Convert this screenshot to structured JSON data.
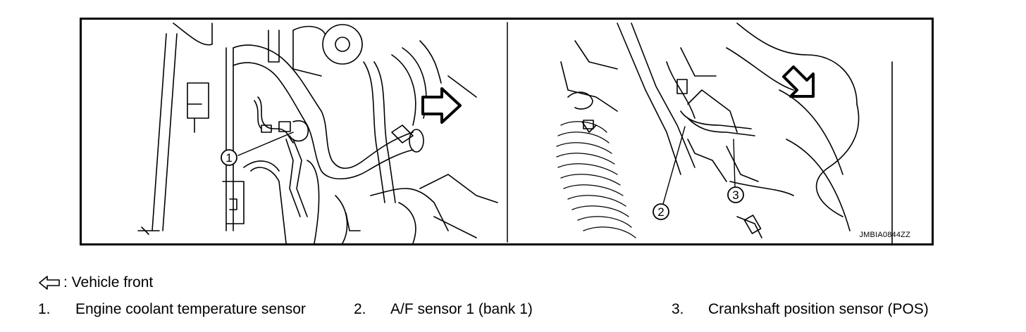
{
  "figure": {
    "code": "JMBIA0844ZZ",
    "callouts": [
      "1",
      "2",
      "3"
    ]
  },
  "legend": {
    "arrow_icon": "outline-arrow-left-icon",
    "text": ": Vehicle front"
  },
  "items": [
    {
      "number": "1.",
      "label": "Engine coolant temperature sensor"
    },
    {
      "number": "2.",
      "label": "A/F sensor 1 (bank 1)"
    },
    {
      "number": "3.",
      "label": "Crankshaft position sensor (POS)"
    }
  ]
}
